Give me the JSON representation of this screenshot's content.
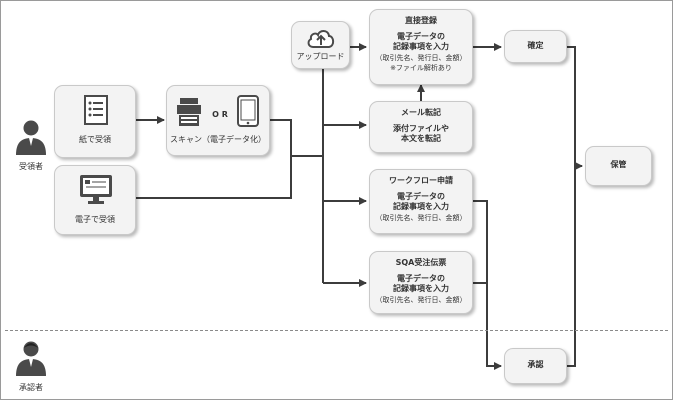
{
  "actors": {
    "receiver": {
      "label": "受領者",
      "icon": "person-icon"
    },
    "approver": {
      "label": "承認者",
      "icon": "person-icon"
    }
  },
  "nodes": {
    "paper": {
      "label": "紙で受領",
      "icon": "paper-document-icon"
    },
    "electronic": {
      "label": "電子で受領",
      "icon": "computer-monitor-icon"
    },
    "scan": {
      "label": "スキャン（電子データ化）",
      "or_text": "O R",
      "icons": [
        "printer-icon",
        "tablet-icon"
      ]
    },
    "upload": {
      "label": "アップロード",
      "icon": "cloud-upload-icon"
    },
    "direct": {
      "title": "直接登録",
      "line1": "電子データの",
      "line2": "記録事項を入力",
      "line3": "（取引先名、発行日、金額）",
      "line4": "※ファイル解析あり"
    },
    "mail": {
      "title": "メール転記",
      "line1": "添付ファイルや",
      "line2": "本文を転記"
    },
    "workflow": {
      "title": "ワークフロー申請",
      "line1": "電子データの",
      "line2": "記録事項を入力",
      "line3": "（取引先名、発行日、金額）"
    },
    "sqa": {
      "title": "SQA受注伝票",
      "line1": "電子データの",
      "line2": "記録事項を入力",
      "line3": "（取引先名、発行日、金額）"
    },
    "confirm": {
      "label": "確定"
    },
    "approve": {
      "label": "承認"
    },
    "store": {
      "label": "保管"
    }
  },
  "colors": {
    "box_fill": "#f3f3f3",
    "box_border": "#c9c9c9",
    "arrow": "#3c3c3c",
    "icon": "#4a4a4a"
  }
}
